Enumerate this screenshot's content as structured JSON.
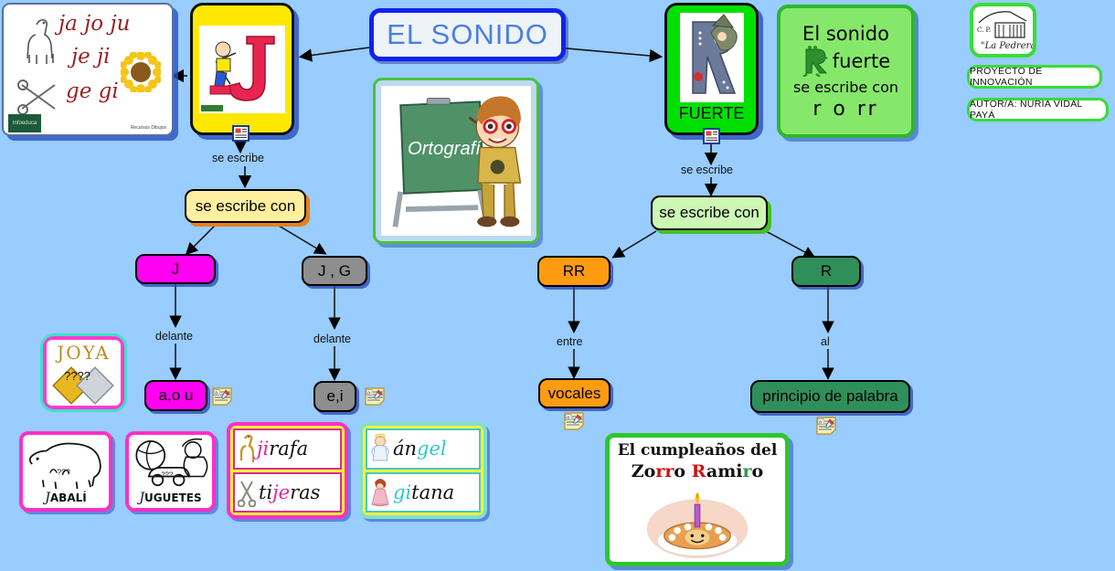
{
  "page": {
    "title": "EL SONIDO",
    "background_color": "#99ccff"
  },
  "title_box": {
    "text": "EL SONIDO"
  },
  "credits": {
    "logo_line1": "C. P.",
    "logo_line2": "\"La Pedrera\"",
    "project_label": "PROYECTO DE INNOVACIÓN",
    "author_label": "AUTOR/A: NURIA VIDAL PAYÁ"
  },
  "cards": {
    "syllables": {
      "line1": "ja jo ju",
      "line2": "je ji",
      "line3": "ge gi",
      "watermark": "Infoeduca",
      "credit": "Recursos Dibujos"
    },
    "letter_j": {
      "letter": "J",
      "alt": "niño trepando letra J roja"
    },
    "letter_r_fuerte": {
      "letter": "R",
      "caption": "FUERTE"
    },
    "rule_r": {
      "line1": "El sonido",
      "letter": "R",
      "line1b": "fuerte",
      "line2": "se escribe con",
      "line3": "r o rr"
    },
    "ortografia": {
      "board_text": "Ortografía"
    },
    "joya": {
      "word": "JOYA",
      "marks": "????"
    },
    "jabali": {
      "word": "JABALÍ",
      "initial": "J",
      "rest": "ABALÍ"
    },
    "juguetes": {
      "word": "JUGUETES",
      "initial": "J",
      "rest": "UGUETES"
    },
    "jirafa": {
      "word": "jirafa",
      "highlight": "ji",
      "rest": "rafa"
    },
    "tijeras": {
      "word": "tijeras",
      "pre": "ti",
      "highlight": "je",
      "rest": "ras"
    },
    "angel": {
      "word": "ángel",
      "pre": "án",
      "highlight": "gel"
    },
    "gitana": {
      "word": "gitana",
      "highlight": "gi",
      "rest": "tana"
    },
    "cumpleanos": {
      "line1": "El cumpleaños del",
      "w1a": "Zo",
      "w1b": "rr",
      "w1c": "o",
      "w2a": "R",
      "w2b": "ami",
      "w2c": "r",
      "w2d": "o"
    }
  },
  "flow": {
    "edge_se_escribe_left": "se escribe",
    "edge_se_escribe_right": "se escribe",
    "box_se_escribe_con_left": "se escribe con",
    "box_se_escribe_con_right": "se escribe con",
    "box_j": "J",
    "box_jg": "J , G",
    "box_rr": "RR",
    "box_r": "R",
    "edge_delante_left": "delante",
    "edge_delante_right": "delante",
    "edge_entre": "entre",
    "edge_al": "al",
    "box_aou": "a,o u",
    "box_ei": "e,i",
    "box_vocales": "vocales",
    "box_principio": "principio de palabra"
  },
  "colors": {
    "background": "#99ccff",
    "title_border": "#1122ee",
    "title_text": "#4a7fe0",
    "yellow_box": "#ffef9e",
    "light_green_box": "#ccf7b5",
    "magenta_box": "#ff00f0",
    "gray_box": "#8e8e8e",
    "orange_box": "#ff9b11",
    "dark_green_box": "#2f8f5b",
    "green_card": "#00e000",
    "yellow_card": "#ffe800"
  }
}
